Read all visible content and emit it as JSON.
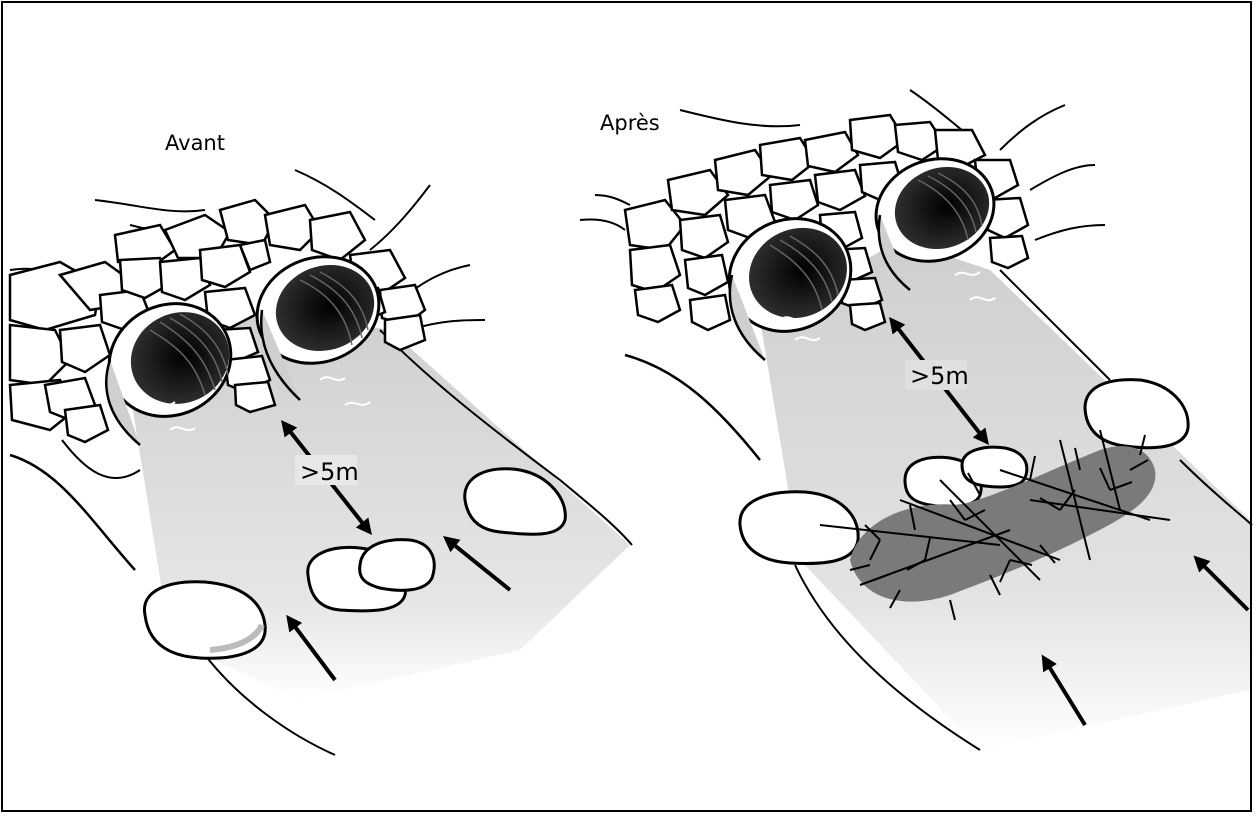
{
  "panels": {
    "before": {
      "title": "Avant",
      "distance": ">5m"
    },
    "after": {
      "title": "Après",
      "distance": ">5m"
    }
  },
  "colors": {
    "line": "#000000",
    "rock": "#ffffff",
    "water": "#d9d9d9",
    "pipe_inside": "#111111",
    "brush": "#7a7a7a"
  },
  "icons": [
    "rock-icon",
    "culvert-pipe-icon",
    "flow-arrow-icon",
    "double-arrow-icon",
    "brush-bundle-icon"
  ]
}
